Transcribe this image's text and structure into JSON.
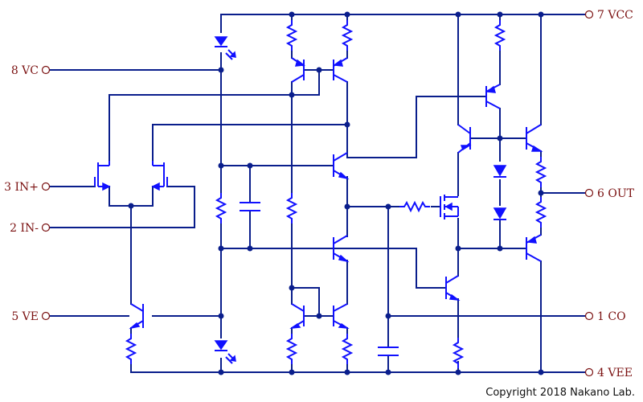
{
  "pins": {
    "vc": "8 VC",
    "vcc": "7 VCC",
    "in_plus": "3 IN+",
    "in_minus": "2 IN-",
    "out": "6 OUT",
    "ve": "5 VE",
    "co": "1 CO",
    "vee": "4 VEE"
  },
  "copyright": "Copyright 2018 Nakano Lab.",
  "colors": {
    "wire": "#0a1e8c",
    "component": "#1010ff",
    "pin_label": "#7a1010"
  }
}
